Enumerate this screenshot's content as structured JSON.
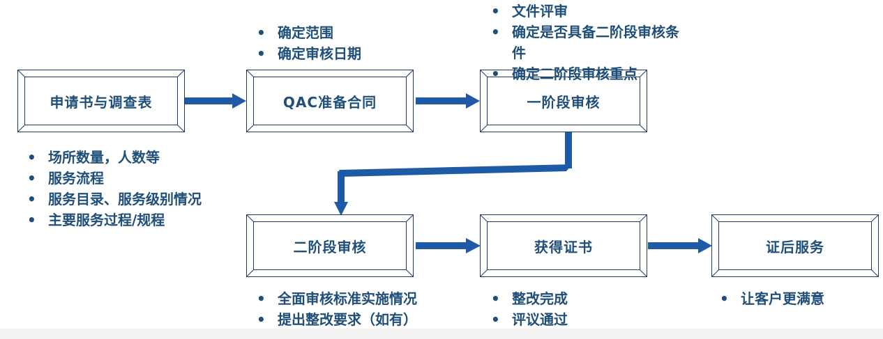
{
  "steps": {
    "s1": "申请书与调查表",
    "s2": "QAC准备合同",
    "s3": "一阶段审核",
    "s4": "二阶段审核",
    "s5": "获得证书",
    "s6": "证后服务"
  },
  "notes": {
    "n1": [
      "场所数量，人数等",
      "服务流程",
      "服务目录、服务级别情况",
      "主要服务过程/规程"
    ],
    "n2": [
      "确定范围",
      "确定审核日期"
    ],
    "n3a": "文件评审",
    "n3b_line1": "确定是否具备二阶段审核条",
    "n3b_line2": "件",
    "n3c": "确定二阶段审核重点",
    "n4": [
      "全面审核标准实施情况",
      "提出整改要求（如有）"
    ],
    "n5": [
      "整改完成",
      "评议通过"
    ],
    "n6": [
      "让客户更满意"
    ]
  },
  "colors": {
    "text": "#1f4e79",
    "arrow": "#1f5aa6",
    "border": "#1f3b64"
  }
}
